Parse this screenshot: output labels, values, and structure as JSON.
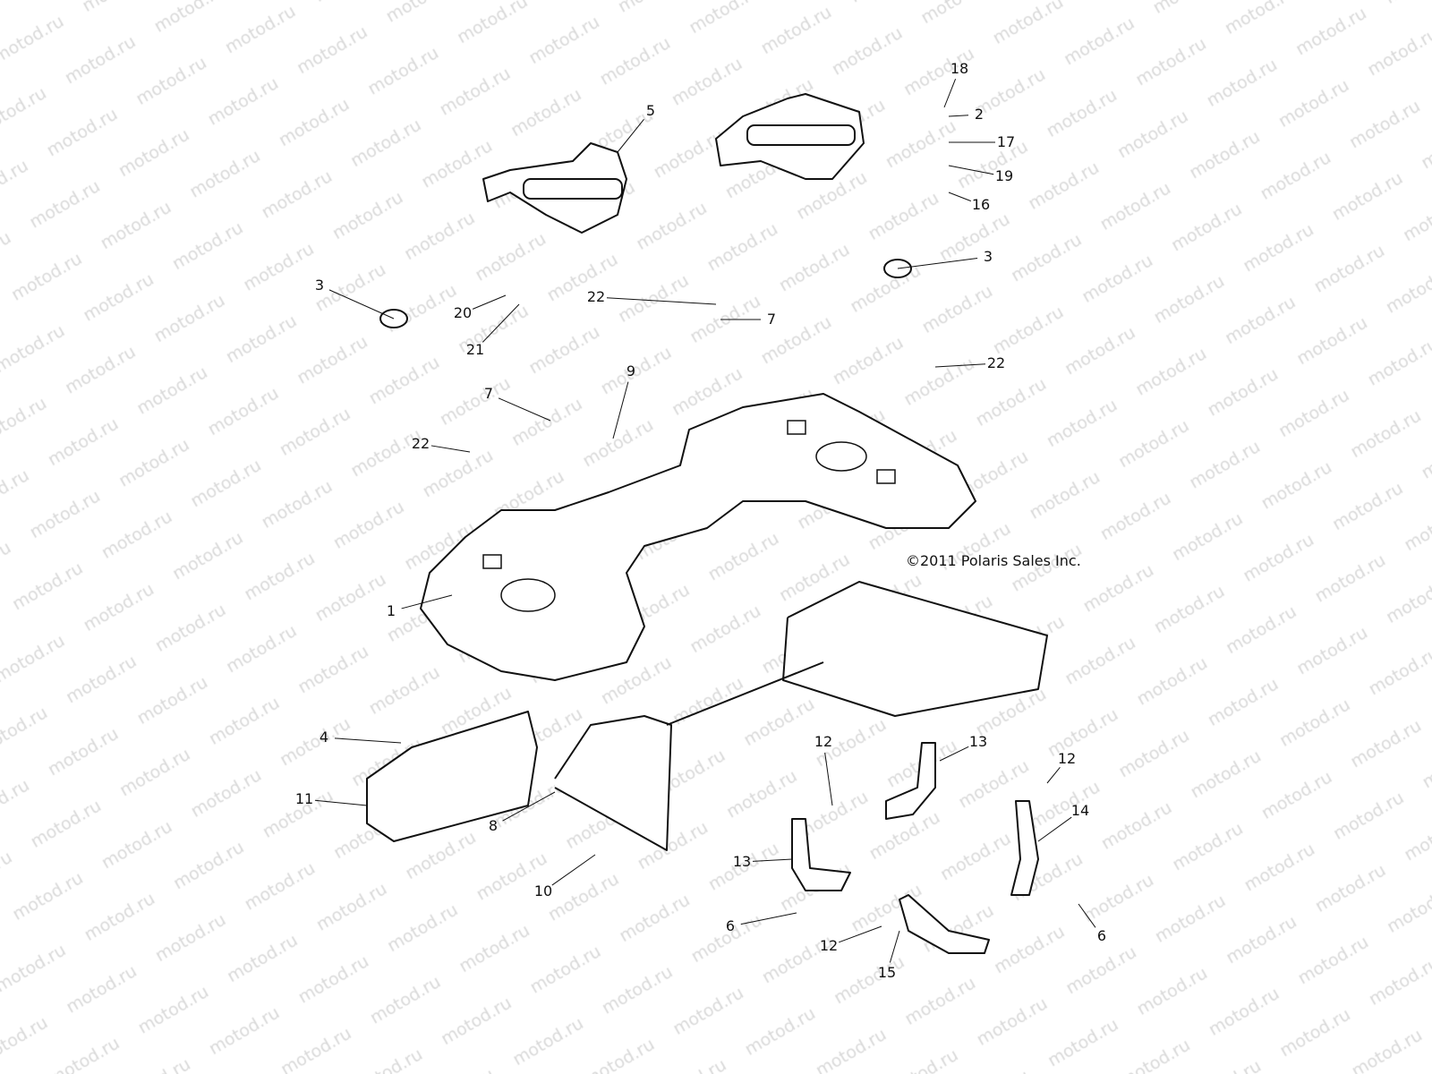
{
  "watermark": "motod.ru",
  "copyright": "©2011 Polaris Sales Inc.",
  "callouts": [
    "18",
    "2",
    "17",
    "19",
    "16",
    "5",
    "3",
    "3",
    "20",
    "21",
    "22",
    "7",
    "22",
    "9",
    "7",
    "22",
    "1",
    "4",
    "11",
    "8",
    "10",
    "12",
    "13",
    "12",
    "14",
    "13",
    "6",
    "12",
    "15",
    "6"
  ]
}
